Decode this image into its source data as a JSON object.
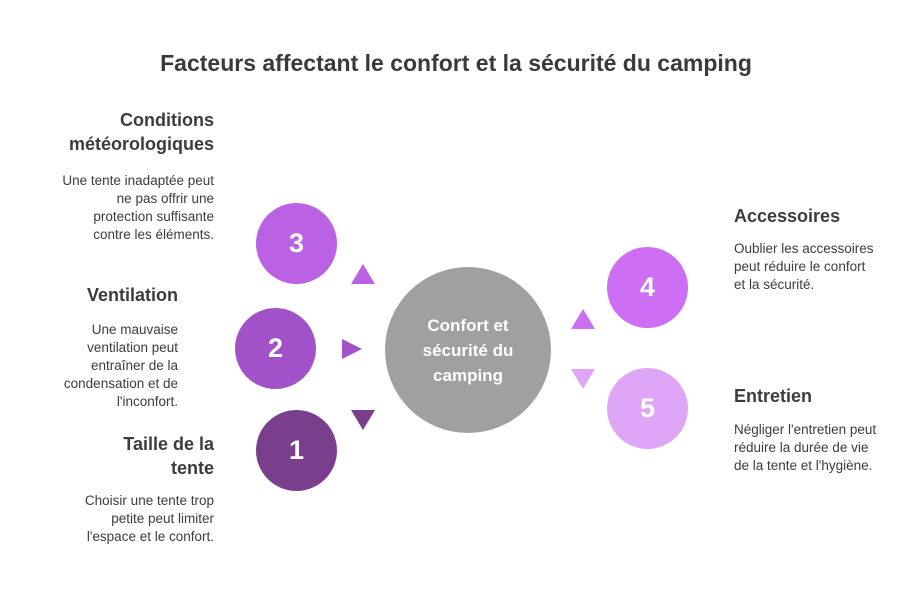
{
  "title": "Facteurs affectant le confort et la sécurité du camping",
  "center": {
    "label": "Confort et sécurité du camping",
    "color": "#a0a0a0"
  },
  "factors": [
    {
      "number": "1",
      "heading": "Taille de la tente",
      "description": "Choisir une tente trop petite peut limiter l'espace et le confort.",
      "color": "#7a3f8c"
    },
    {
      "number": "2",
      "heading": "Ventilation",
      "description": "Une mauvaise ventilation peut entraîner de la condensation et de l'inconfort.",
      "color": "#a252c9"
    },
    {
      "number": "3",
      "heading": "Conditions météorologiques",
      "description": "Une tente inadaptée peut ne pas offrir une protection suffisante contre les éléments.",
      "color": "#bb62e4"
    },
    {
      "number": "4",
      "heading": "Accessoires",
      "description": "Oublier les accessoires peut réduire le confort et la sécurité.",
      "color": "#cd6ef5"
    },
    {
      "number": "5",
      "heading": "Entretien",
      "description": "Négliger l'entretien peut réduire la durée de vie de la tente et l'hygiène.",
      "color": "#dfa6f8"
    }
  ]
}
